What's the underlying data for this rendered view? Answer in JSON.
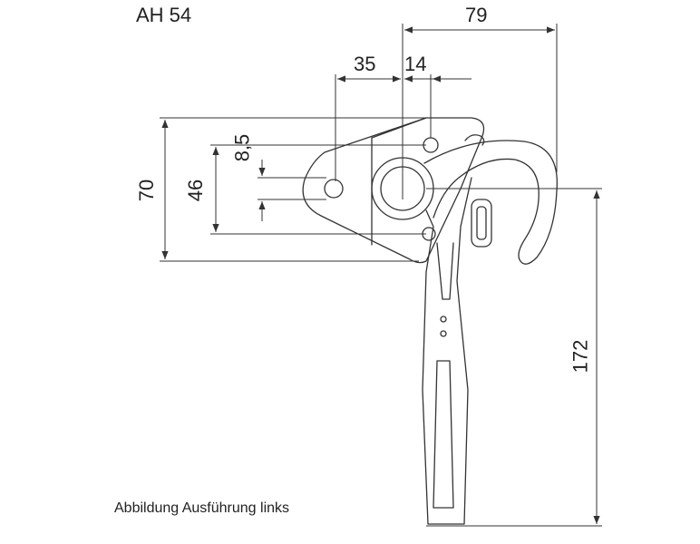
{
  "title": "AH 54",
  "dimensions": {
    "width_total": "79",
    "offset_35": "35",
    "offset_14": "14",
    "height_70": "70",
    "spacing_46": "46",
    "offset_8_5": "8,5",
    "length_172": "172"
  },
  "caption": "Abbildung Ausführung links",
  "colors": {
    "line": "#333333",
    "background": "#ffffff"
  }
}
